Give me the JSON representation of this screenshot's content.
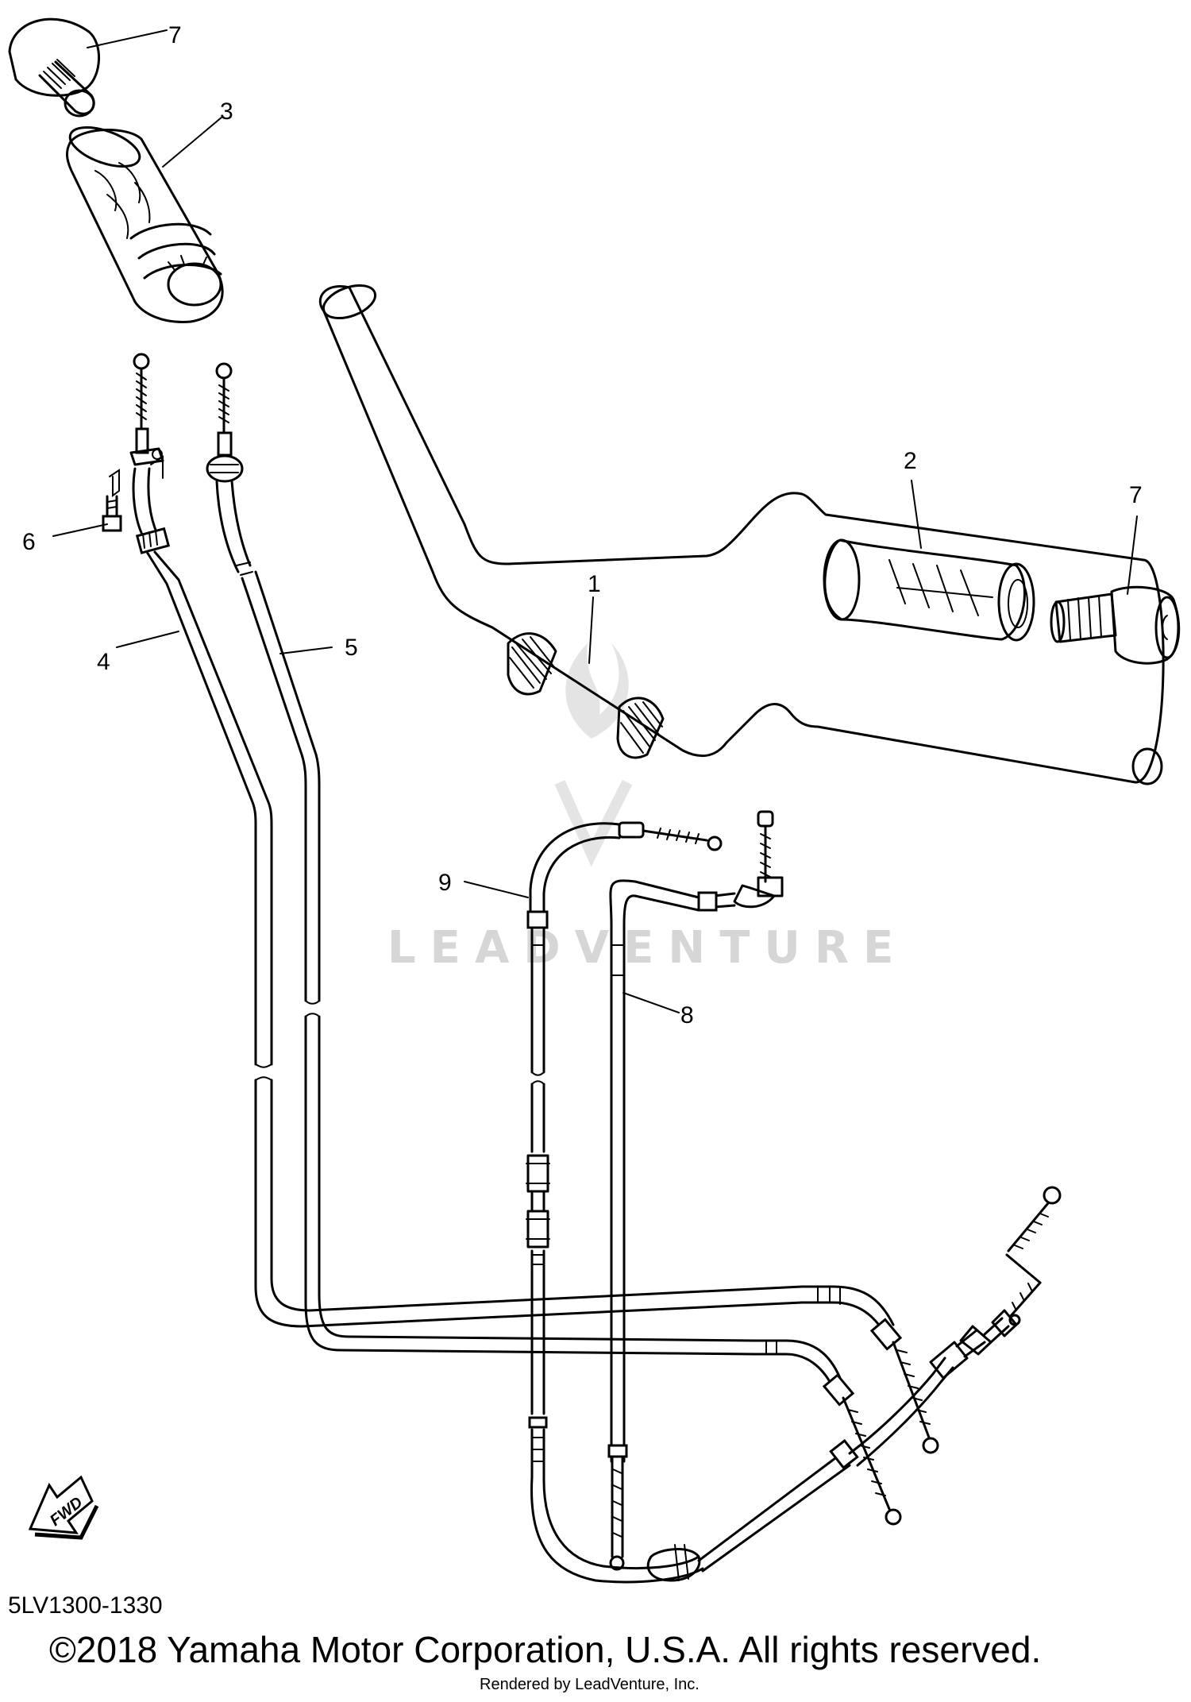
{
  "diagram": {
    "callouts": [
      {
        "id": "1",
        "part": "handlebar"
      },
      {
        "id": "2",
        "part": "right-grip"
      },
      {
        "id": "3",
        "part": "left-grip"
      },
      {
        "id": "4",
        "part": "cable-4"
      },
      {
        "id": "5",
        "part": "cable-5"
      },
      {
        "id": "6",
        "part": "screw"
      },
      {
        "id": "7",
        "part": "grip-end"
      },
      {
        "id": "7",
        "part": "grip-end"
      },
      {
        "id": "8",
        "part": "cable-8"
      },
      {
        "id": "9",
        "part": "cable-9"
      }
    ],
    "fwd_label": "FWD",
    "watermark": "LEADVENTURE"
  },
  "footer": {
    "part_code": "5LV1300-1330",
    "copyright": "©2018 Yamaha Motor Corporation, U.S.A. All rights reserved.",
    "rendered_by": "Rendered by LeadVenture, Inc."
  }
}
